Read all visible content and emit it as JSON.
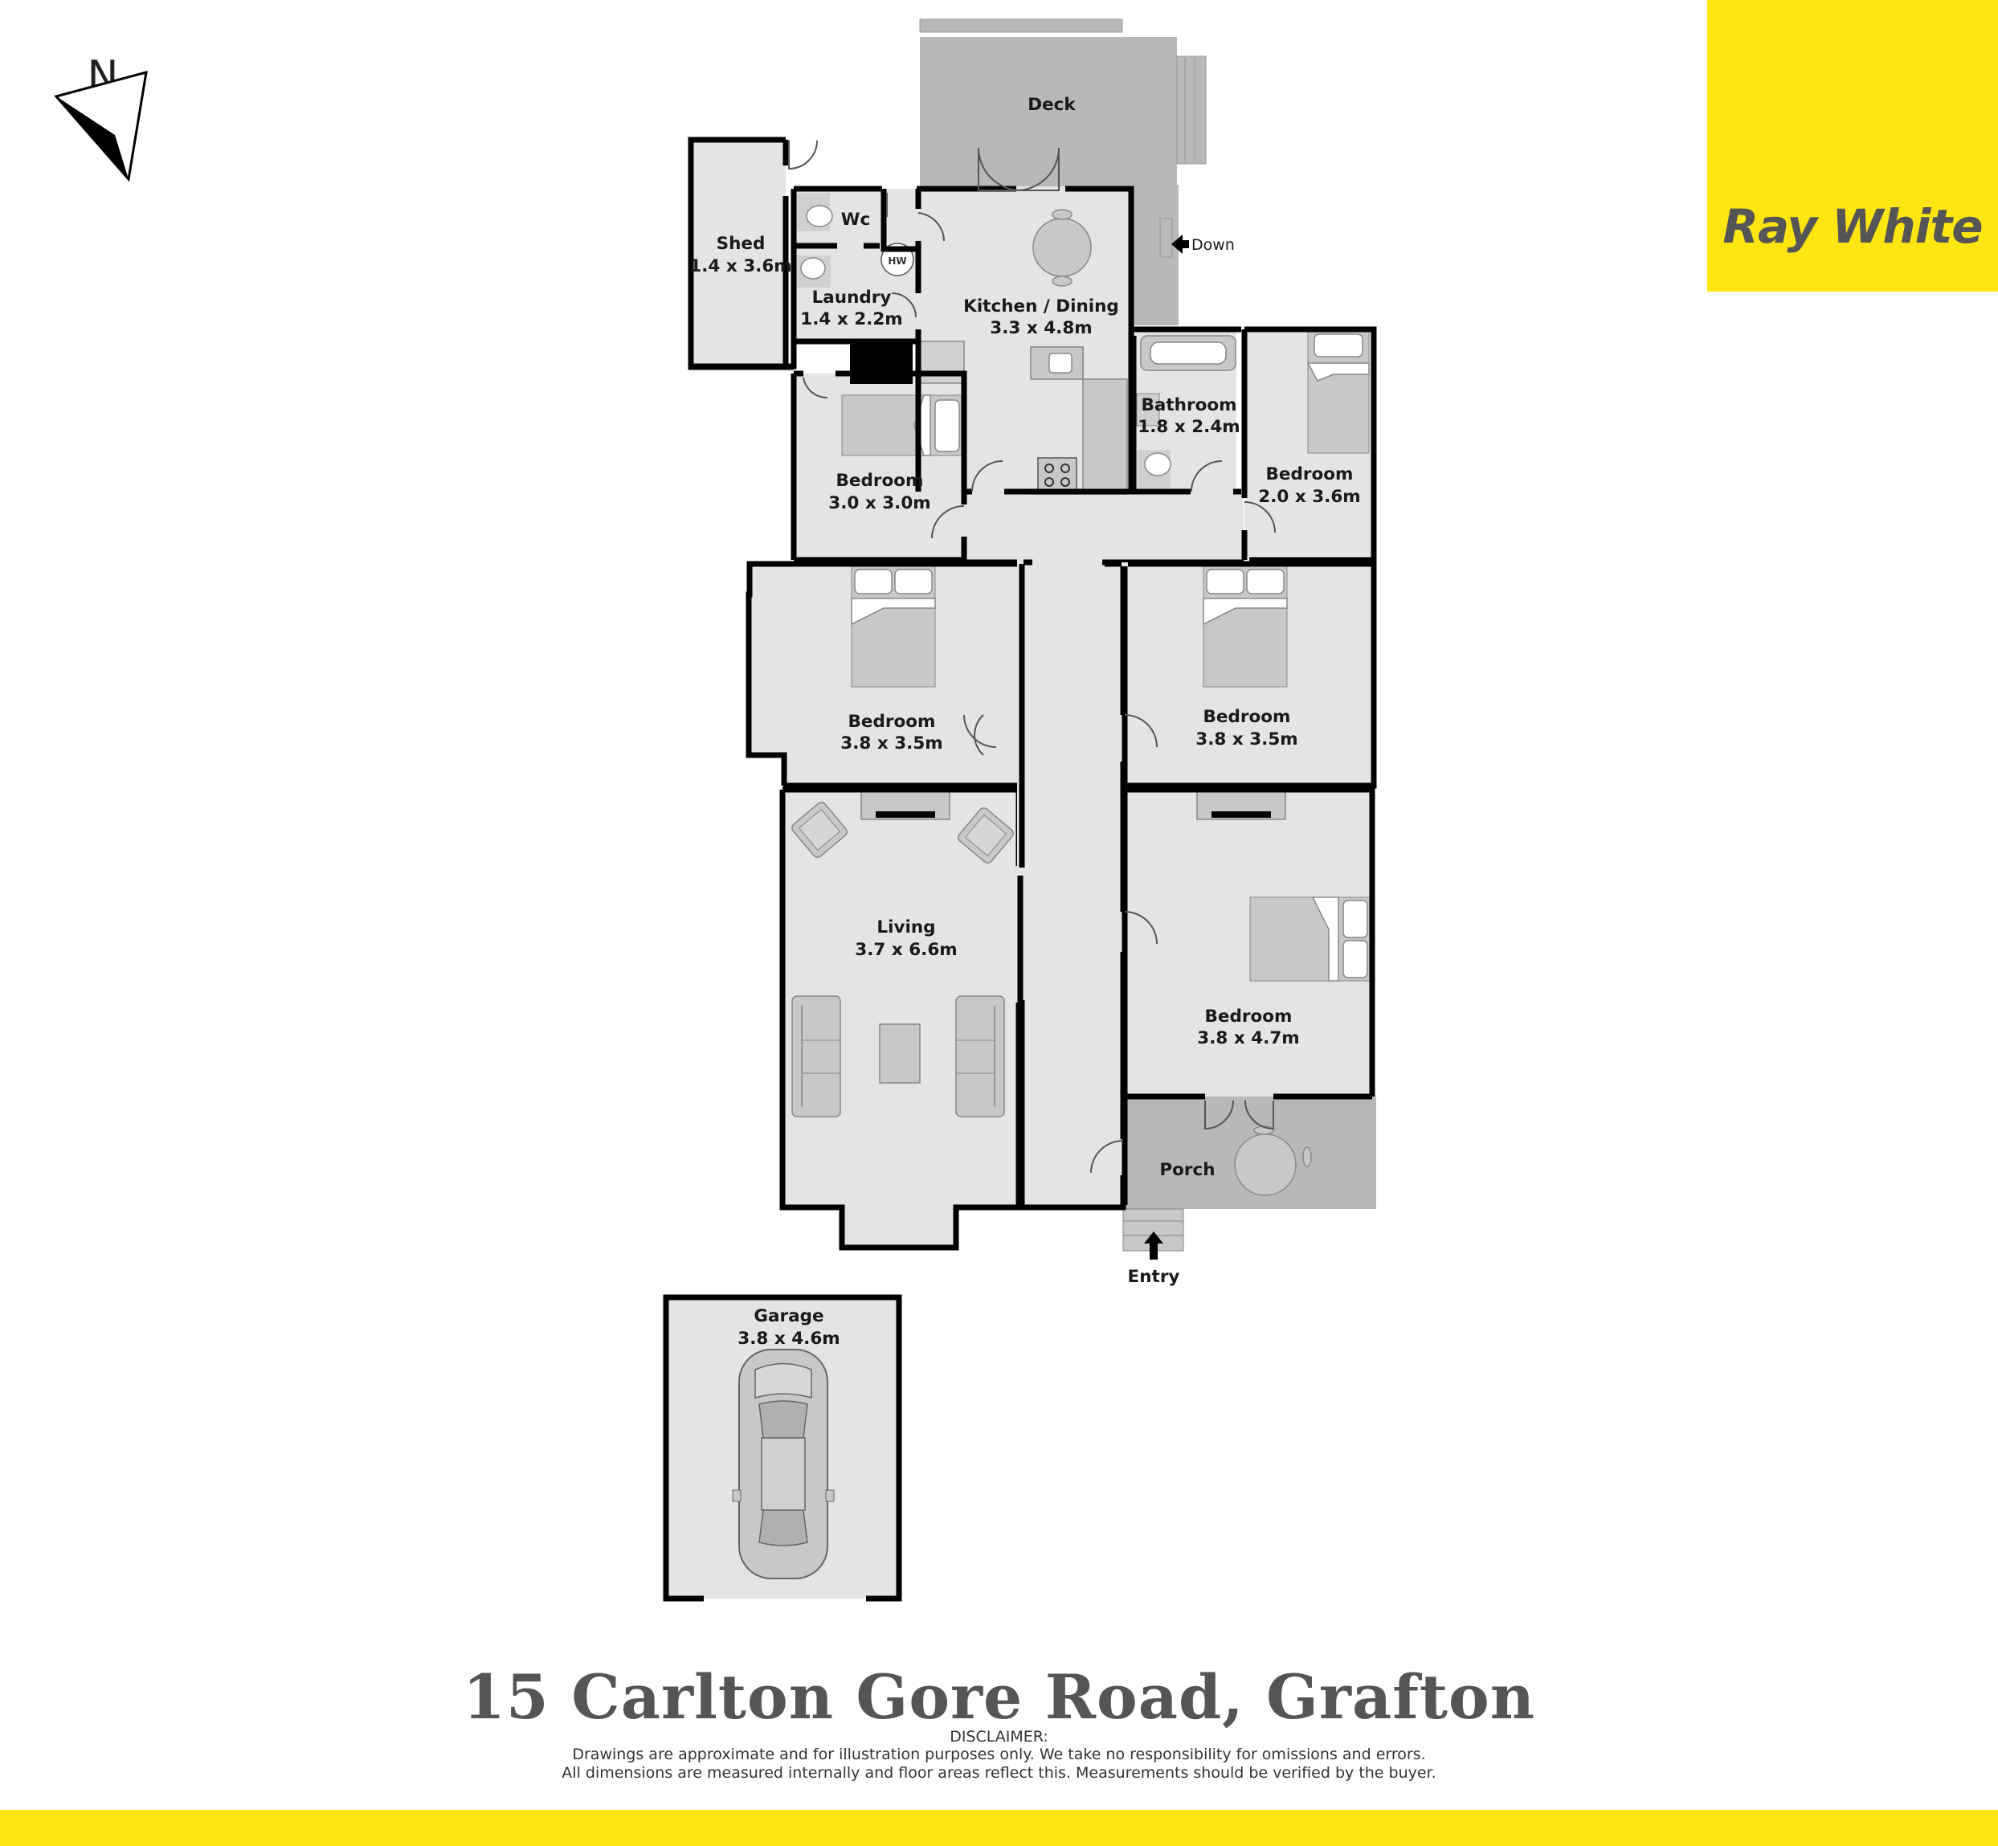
{
  "brand": {
    "name": "Ray White",
    "color": "#ffe512",
    "text_color": "#555555"
  },
  "compass": {
    "letter": "N",
    "icon": "north-arrow-icon"
  },
  "address": "15 Carlton Gore Road, Grafton",
  "disclaimer": {
    "heading": "DISCLAIMER:",
    "line1": "Drawings are approximate and for illustration purposes only. We take no responsibility for omissions and errors.",
    "line2": "All dimensions are measured internally and floor areas reflect this. Measurements should be verified by the buyer."
  },
  "colors": {
    "room_fill": "#e4e4e4",
    "outdoor_fill": "#b8b8b8",
    "wall": "#000000",
    "furniture": "#c8c8c8"
  },
  "rooms": {
    "deck": {
      "name": "Deck"
    },
    "shed": {
      "name": "Shed",
      "size": "1.4 x 3.6m"
    },
    "wc": {
      "name": "Wc"
    },
    "laundry": {
      "name": "Laundry",
      "size": "1.4 x 2.2m"
    },
    "hw": {
      "name": "HW"
    },
    "kitchen": {
      "name": "Kitchen / Dining",
      "size": "3.3 x 4.8m"
    },
    "bathroom": {
      "name": "Bathroom",
      "size": "1.8 x 2.4m"
    },
    "bedroom_ne": {
      "name": "Bedroom",
      "size": "2.0 x 3.6m"
    },
    "bedroom_nw": {
      "name": "Bedroom",
      "size": "3.0 x 3.0m"
    },
    "bedroom_w": {
      "name": "Bedroom",
      "size": "3.8 x 3.5m"
    },
    "bedroom_e": {
      "name": "Bedroom",
      "size": "3.8 x 3.5m"
    },
    "living": {
      "name": "Living",
      "size": "3.7 x 6.6m"
    },
    "bedroom_se": {
      "name": "Bedroom",
      "size": "3.8 x 4.7m"
    },
    "porch": {
      "name": "Porch"
    },
    "garage": {
      "name": "Garage",
      "size": "3.8 x 4.6m"
    }
  },
  "markers": {
    "down": "Down",
    "entry": "Entry"
  }
}
